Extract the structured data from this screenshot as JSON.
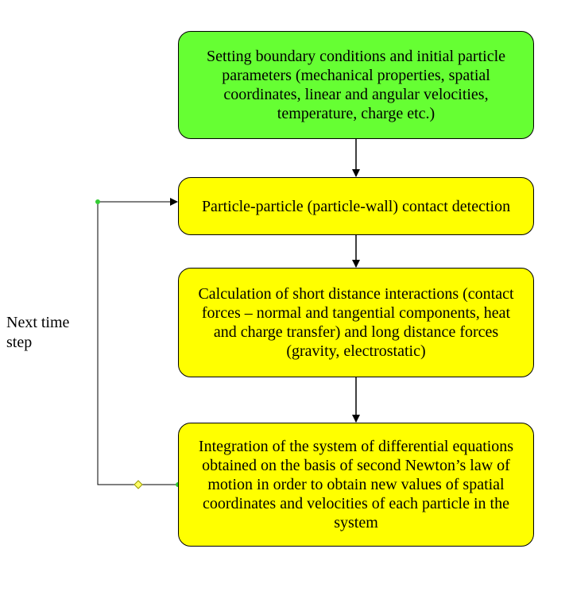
{
  "diagram": {
    "steps": [
      {
        "text": "Setting boundary conditions and initial particle parameters (mechanical properties, spatial coordinates, linear and angular velocities, temperature, charge etc.)",
        "fill": "#66ff33"
      },
      {
        "text": "Particle-particle (particle-wall) contact detection",
        "fill": "#ffff00"
      },
      {
        "text": "Calculation of short distance interactions (contact forces – normal and tangential components, heat and charge transfer) and long distance forces (gravity, electrostatic)",
        "fill": "#ffff00"
      },
      {
        "text": "Integration of the system of differential equations obtained on the basis of second Newton’s law of motion in order to obtain new values of spatial coordinates and velocities of each particle in the system",
        "fill": "#ffff00"
      }
    ],
    "loop_label": "Next time step",
    "colors": {
      "start_box": "#66ff33",
      "process_box": "#ffff00",
      "connector_dot": "#33cc33",
      "diamond_handle": "#ffff66",
      "line": "#000000"
    }
  }
}
